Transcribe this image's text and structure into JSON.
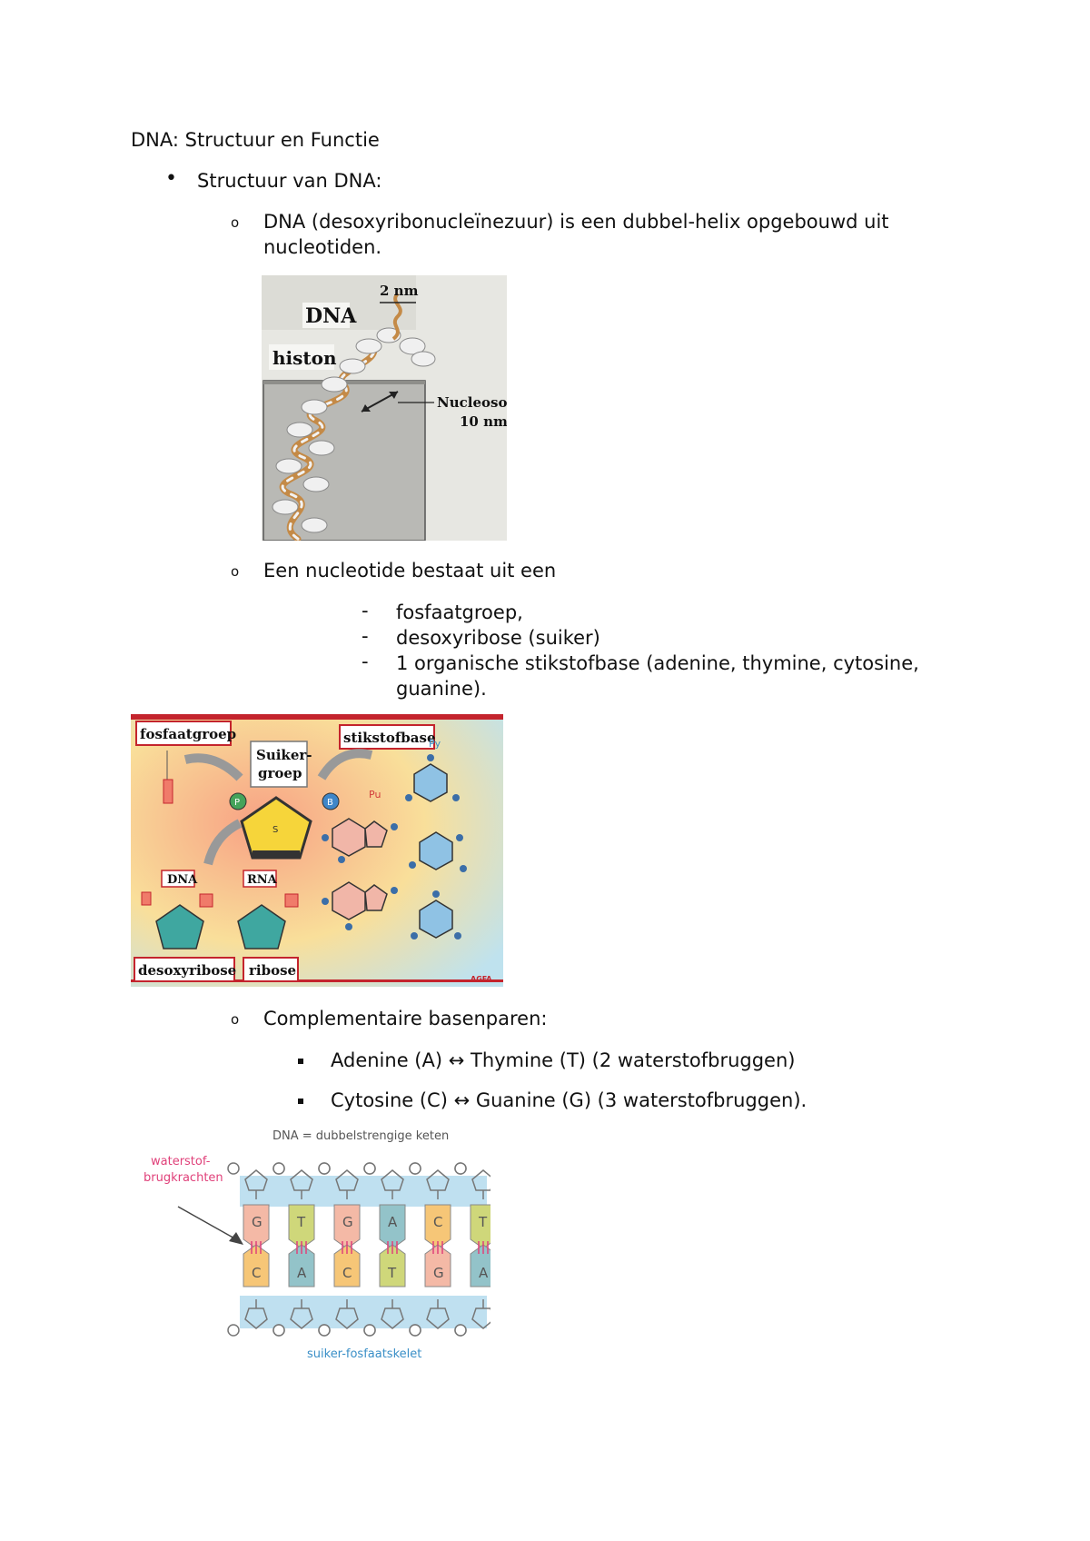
{
  "doc": {
    "title": "DNA: Structuur en Functie",
    "section_bold": "Structuur van DNA",
    "section_colon": ":",
    "item1_line1": "DNA (desoxyribonucleïnezuur) is een dubbel-helix opgebouwd uit",
    "item1_line2": "nucleotiden.",
    "item2": "Een nucleotide bestaat uit een",
    "sub_items": [
      "fosfaatgroep,",
      "desoxyribose (suiker)",
      "1 organische stikstofbase (adenine, thymine, cytosine,",
      "guanine)."
    ],
    "item3": "Complementaire basenparen:",
    "pairs": [
      "Adenine (A) ↔ Thymine (T) (2 waterstofbruggen)",
      "Cytosine (C) ↔ Guanine (G) (3 waterstofbruggen)."
    ]
  },
  "fig1": {
    "label_2nm": "2 nm",
    "label_dna": "DNA",
    "label_histon": "histon",
    "label_nucleosoom": "Nucleosoom",
    "label_10nm": "10 nm"
  },
  "fig2": {
    "label_fosfaatgroep": "fosfaatgroep",
    "label_stikstofbase": "stikstofbase",
    "label_suiker1": "Suiker-",
    "label_suiker2": "groep",
    "label_dna": "DNA",
    "label_rna": "RNA",
    "label_desoxyribose": "desoxyribose",
    "label_ribose": "ribose",
    "label_p": "P",
    "label_s": "S",
    "label_b": "B",
    "label_py": "Py",
    "label_pu": "Pu",
    "label_agfa": "AGFA"
  },
  "fig3": {
    "top_label": "DNA = dubbelstrengige keten",
    "left_label1": "waterstof-",
    "left_label2": "brugkrachten",
    "bottom_label": "suiker-fosfaatskelet",
    "top_bases": [
      "G",
      "T",
      "G",
      "A",
      "C",
      "T"
    ],
    "bottom_bases": [
      "C",
      "A",
      "C",
      "T",
      "G",
      "A"
    ]
  },
  "colors": {
    "base_G": "#f4b9a6",
    "base_C": "#f6c677",
    "base_T": "#cfd77a",
    "base_A": "#93c3c9",
    "strand_band": "#bfe0f0",
    "label_pink": "#e0417a",
    "label_blue": "#3a8fc7"
  }
}
